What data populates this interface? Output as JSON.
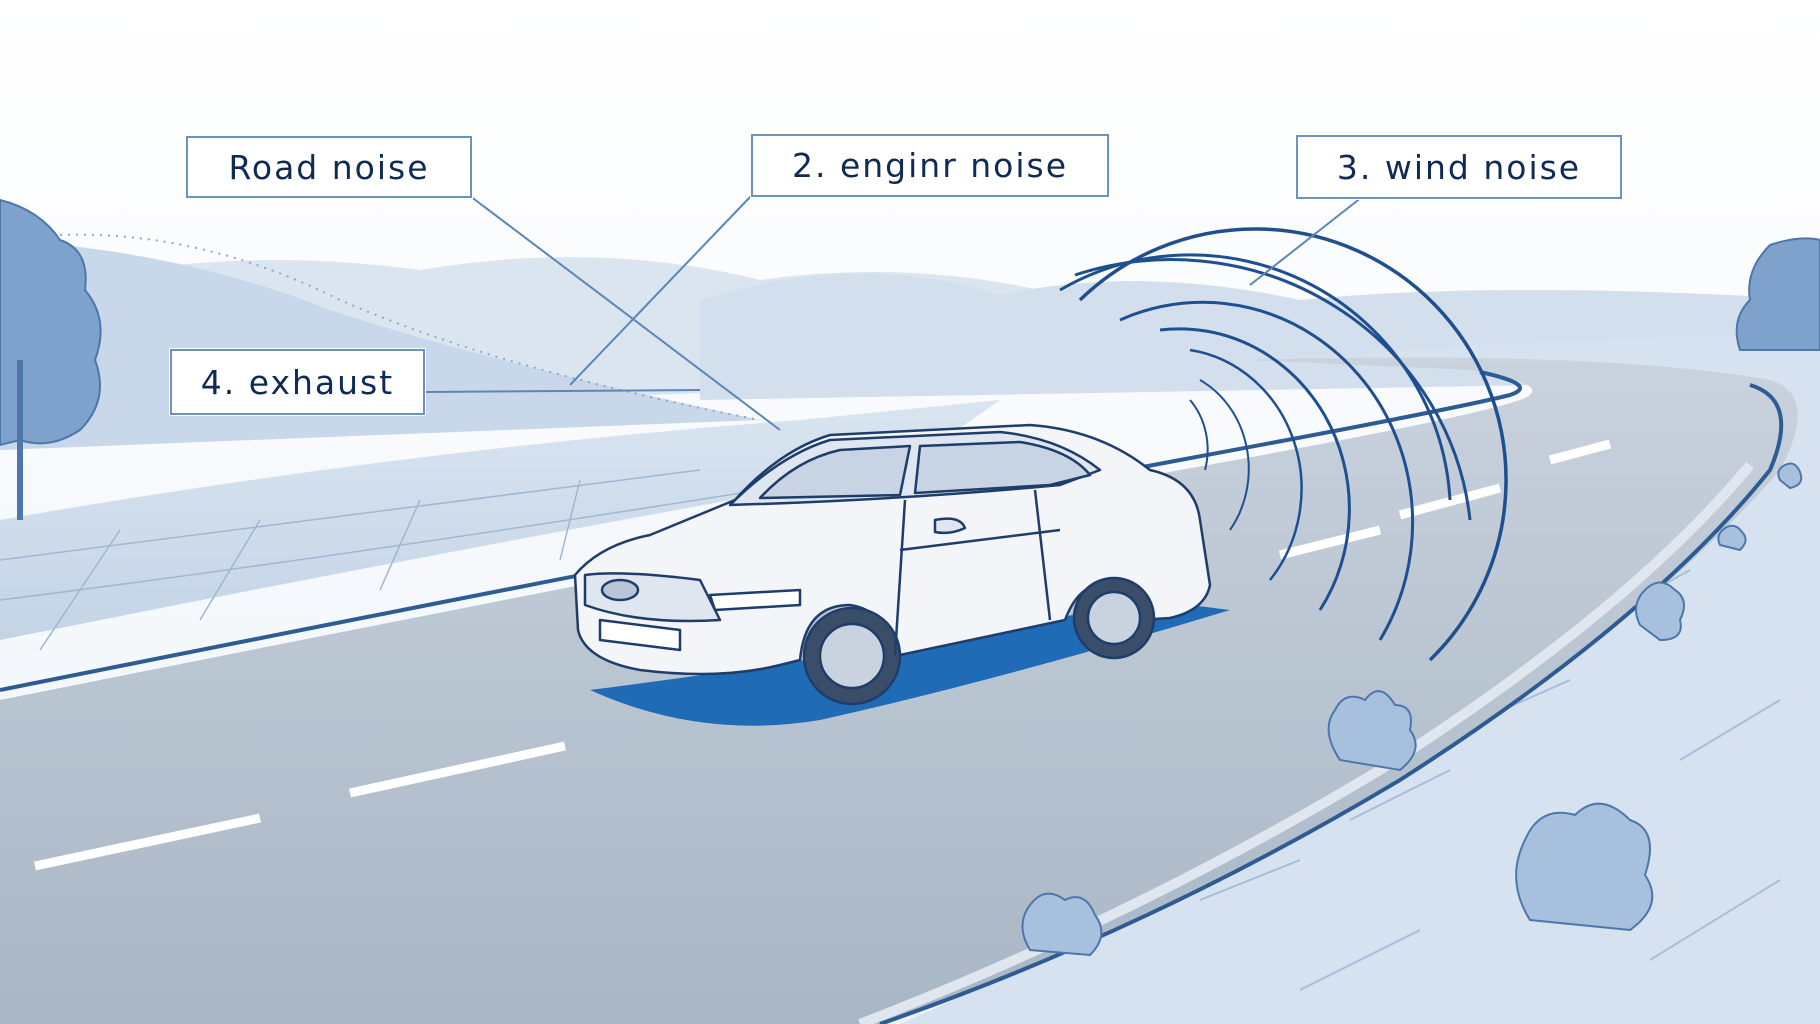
{
  "labels": {
    "road_noise": "Road noise",
    "engine_noise": "2. enginr noise",
    "wind_noise": "3. wind noise",
    "exhaust": "4. exhaust"
  },
  "colors": {
    "sky": "#f7f9fc",
    "hills": "#c9d9ea",
    "road": "#b7c3d1",
    "road_edge": "#2d5c95",
    "car_body": "#f3f5f8",
    "car_shadow": "#1f6bb5",
    "sound_waves": "#1e4f8f",
    "vegetation": "#7fa2cc",
    "label_border": "#6d93bd",
    "label_text": "#0f2b55"
  },
  "icons": {
    "car": "sedan-car-icon",
    "waves": "sound-wave-icon",
    "tree": "tree-icon",
    "bush": "bush-icon"
  }
}
